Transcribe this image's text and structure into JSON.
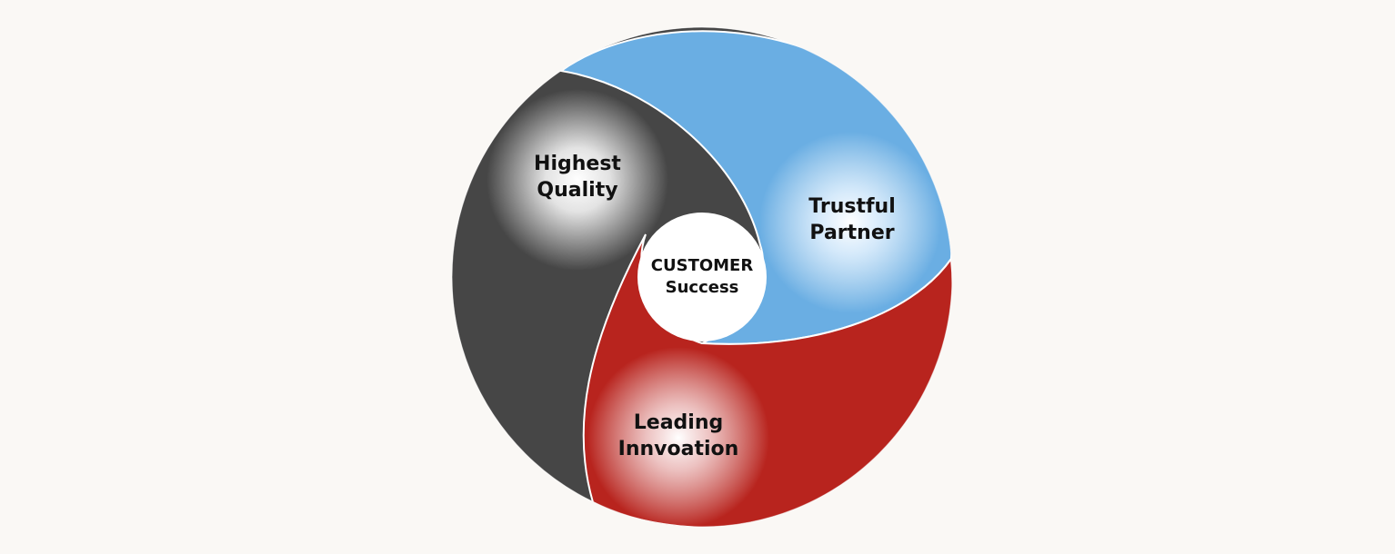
{
  "center": {
    "line1": "CUSTOMER",
    "line2": "Success"
  },
  "segments": [
    {
      "id": "quality",
      "line1": "Highest",
      "line2": "Quality",
      "color": "#464646"
    },
    {
      "id": "partner",
      "line1": "Trustful",
      "line2": "Partner",
      "color": "#6aaee3"
    },
    {
      "id": "innovation",
      "line1": "Leading",
      "line2": "Innvoation",
      "color": "#b8241e"
    }
  ],
  "center_color": "#ffffff"
}
